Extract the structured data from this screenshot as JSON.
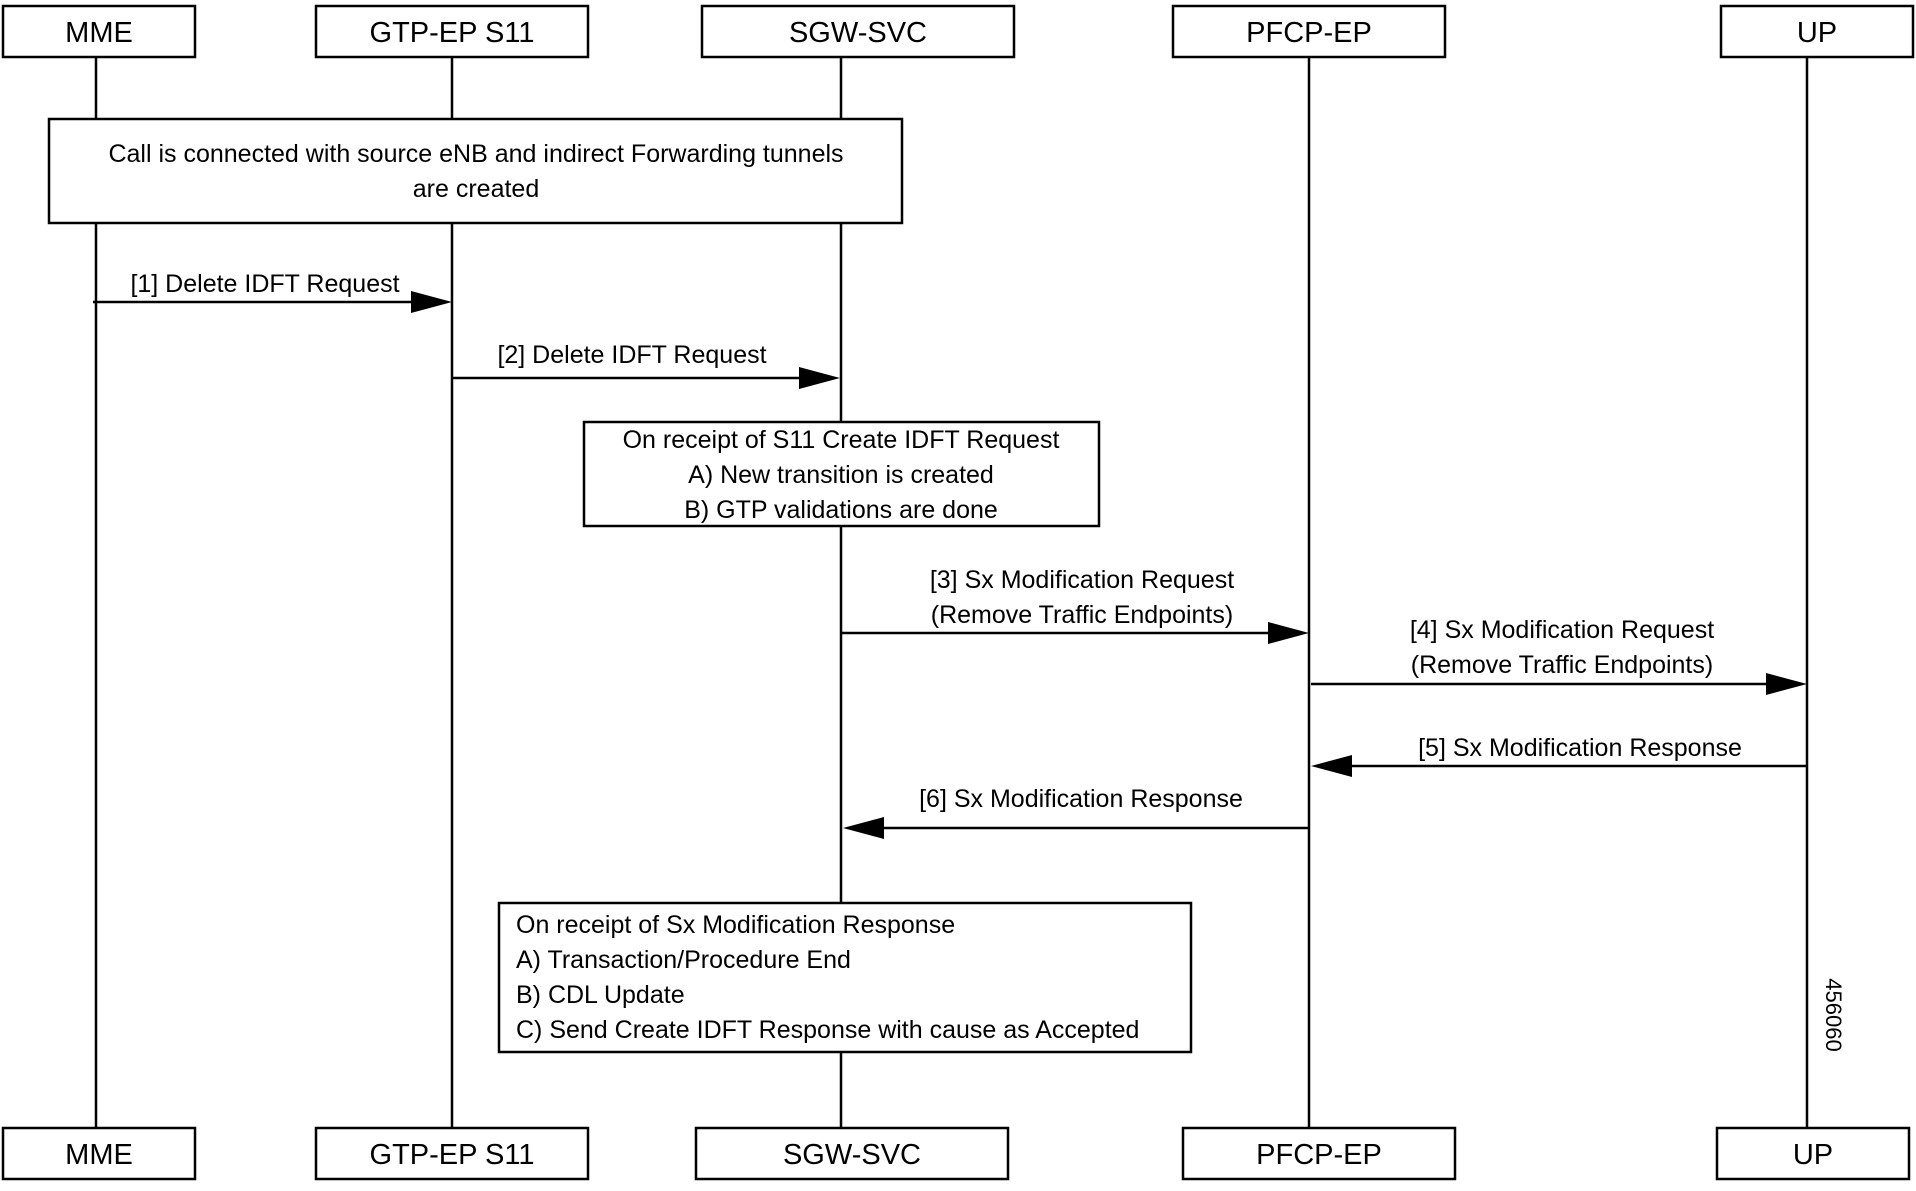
{
  "participants": [
    {
      "id": "mme",
      "label": "MME"
    },
    {
      "id": "gtp",
      "label": "GTP-EP S11"
    },
    {
      "id": "sgw",
      "label": "SGW-SVC"
    },
    {
      "id": "pfcp",
      "label": "PFCP-EP"
    },
    {
      "id": "up",
      "label": "UP"
    }
  ],
  "notes": [
    {
      "id": "note-call-connected",
      "lines": [
        "Call is connected with source eNB and indirect Forwarding tunnels",
        "are created"
      ]
    },
    {
      "id": "note-s11-receipt",
      "lines": [
        "On receipt of  S11 Create IDFT Request",
        "A) New transition is created",
        "B) GTP validations are done"
      ]
    },
    {
      "id": "note-sx-receipt",
      "lines": [
        "On receipt of  Sx Modification Response",
        "A) Transaction/Procedure End",
        "B) CDL Update",
        "C) Send Create IDFT Response with cause as Accepted"
      ]
    }
  ],
  "messages": [
    {
      "step": 1,
      "from": "mme",
      "to": "gtp",
      "lines": [
        "[1] Delete IDFT Request"
      ]
    },
    {
      "step": 2,
      "from": "gtp",
      "to": "sgw",
      "lines": [
        "[2] Delete IDFT Request"
      ]
    },
    {
      "step": 3,
      "from": "sgw",
      "to": "pfcp",
      "lines": [
        "[3] Sx Modification Request",
        "(Remove Traffic Endpoints)"
      ]
    },
    {
      "step": 4,
      "from": "pfcp",
      "to": "up",
      "lines": [
        "[4] Sx Modification Request",
        "(Remove Traffic Endpoints)"
      ]
    },
    {
      "step": 5,
      "from": "up",
      "to": "pfcp",
      "lines": [
        "[5] Sx Modification Response"
      ]
    },
    {
      "step": 6,
      "from": "pfcp",
      "to": "sgw",
      "lines": [
        "[6] Sx Modification Response"
      ]
    }
  ],
  "figure_id": "456060"
}
